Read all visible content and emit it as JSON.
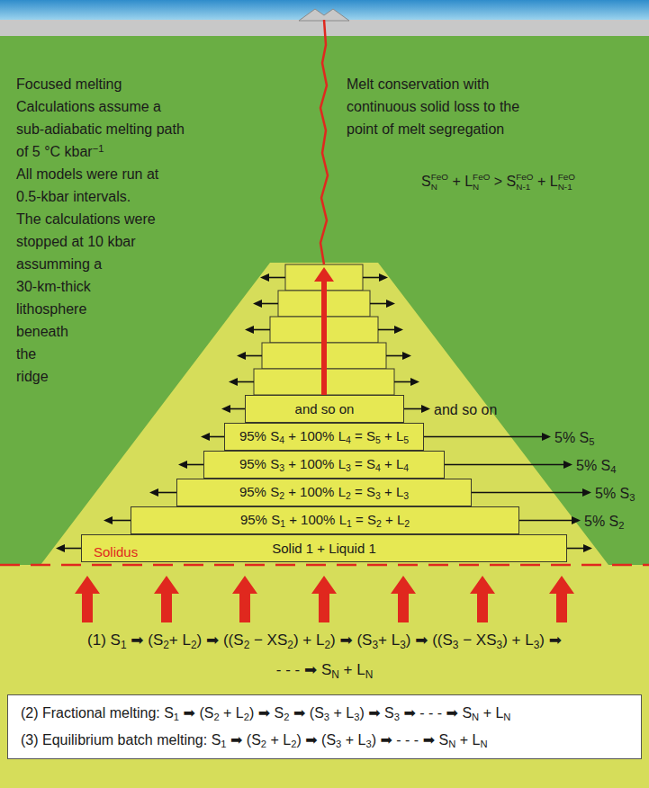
{
  "diagram": {
    "nodes": [
      {
        "text": [
          "and so on"
        ]
      },
      {
        "text": [
          "95% S4 + 100% L4 = S5 + L5"
        ]
      },
      {
        "text": [
          "95% S3 + 100% L3 = S4 + L4"
        ]
      },
      {
        "text": [
          "95% S2 + 100% L2 = S3 + L3"
        ]
      },
      {
        "text": [
          "95% S1 + 100% L1 = S2 + L2"
        ]
      },
      {
        "text": [
          "Solid 1 + Liquid 1"
        ]
      },
      {
        "text": [
          "(2) Fractional melting: S1 ➡ (S2 + L2) ➡ S2 ➡ (S3 + L3) ➡ S3 ➡ - - - ➡ SN + LN",
          "(3) Equilibrium batch melting: S1 ➡ (S2 + L2) ➡ (S3 + L3) ➡ - - - ➡ SN + LN"
        ]
      }
    ],
    "labels": [
      "Focused melting",
      "Calculations assume a",
      "sub-adiabatic melting path",
      "of 5 °C kbar−1",
      "All models were run at",
      "0.5-kbar intervals.",
      "The calculations were",
      "stopped at 10 kbar",
      "assumming a",
      "30-km-thick",
      "lithosphere",
      "beneath",
      "the",
      "ridge",
      "Melt conservation with",
      "continuous solid loss to the",
      "point of melt segregation",
      "SNFeO + LNFeO > SN-1FeO + LN-1FeO",
      "and so on",
      "5% S5",
      "5% S4",
      "5% S3",
      "5% S2",
      "Solidus",
      "(1) S1 ➡ (S2+ L2) ➡ ((S2 − XS2) + L2) ➡ (S3+ L3) ➡ ((S3 − XS3) + L3) ➡",
      "- - - ➡ SN + LN"
    ]
  }
}
